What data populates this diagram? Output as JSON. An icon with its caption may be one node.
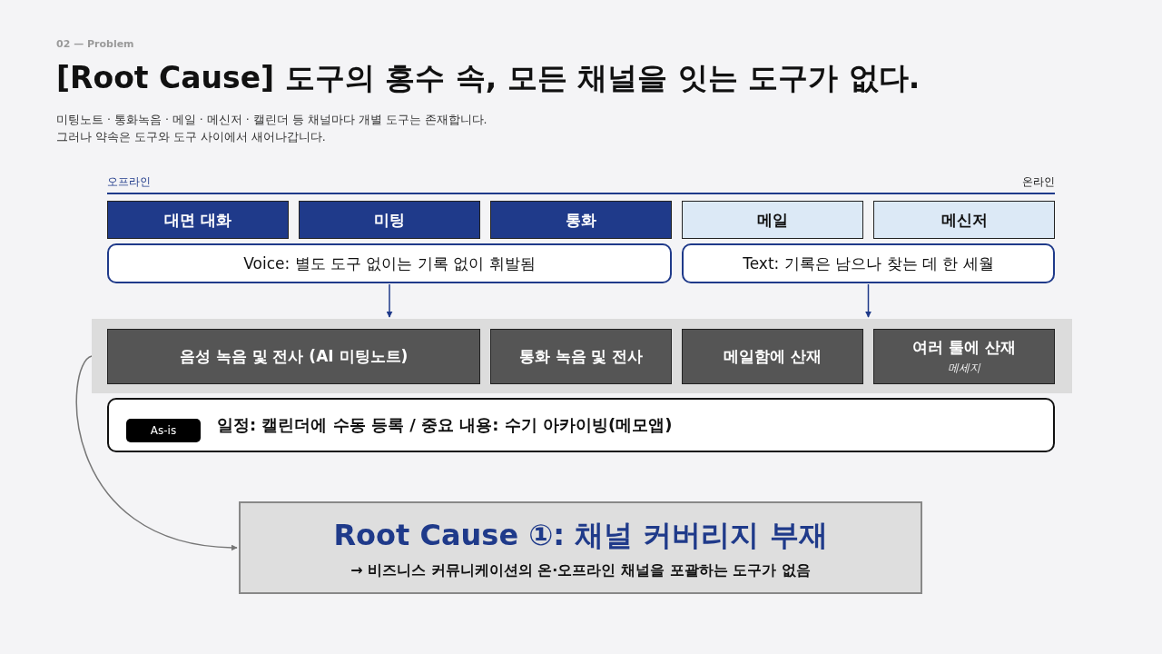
{
  "diagram": {
    "title": "[Root Cause] 도구의 홍수 속, 모든 채널을 잇는 도구가 없다.",
    "nodes": [
      {
        "text": [
          "대면 대화"
        ]
      },
      {
        "text": [
          "미팅"
        ]
      },
      {
        "text": [
          "통화"
        ]
      },
      {
        "text": [
          "메일"
        ]
      },
      {
        "text": [
          "메신저"
        ]
      },
      {
        "text": [
          "Voice: 별도 도구 없이는 기록 없이 휘발됨"
        ]
      },
      {
        "text": [
          "Text: 기록은 남으나 찾는 데 한 세월"
        ]
      },
      {
        "text": [],
        "shape": "band"
      },
      {
        "text": [
          "음성 녹음 및 전사 (AI 미팅노트)"
        ],
        "in": 7
      },
      {
        "text": [
          "통화 녹음 및 전사"
        ],
        "in": 7
      },
      {
        "text": [
          "메일함에 산재"
        ],
        "in": 7
      },
      {
        "text": [
          "여러 툴에 산재",
          "메세지"
        ],
        "in": 7
      },
      {
        "text": [
          "일정: 캘린더에 수동 등록 / 중요 내용: 수기 아카이빙(메모앱)"
        ]
      },
      {
        "text": [
          "As-is"
        ],
        "in": 12
      },
      {
        "text": [
          "Root Cause ①: 채널 커버리지 부재",
          "→ 비즈니스 커뮤니케이션의 온·오프라인 채널을 포괄하는 도구가 없음"
        ]
      }
    ],
    "edges": [
      {
        "from": 5,
        "to": 7,
        "arrow": "to"
      },
      {
        "from": 6,
        "to": 7,
        "arrow": "to"
      },
      {
        "from": 7,
        "to": 14,
        "arrow": "to",
        "color": "#777777"
      }
    ],
    "labels": [
      "02 — Problem",
      "미팅노트 · 통화녹음 · 메일 · 메신저 · 캘린더 등 채널마다 개별 도구는 존재합니다.",
      "그러나 약속은 도구와 도구 사이에서 새어나갑니다.",
      "오프라인",
      "온라인"
    ]
  }
}
